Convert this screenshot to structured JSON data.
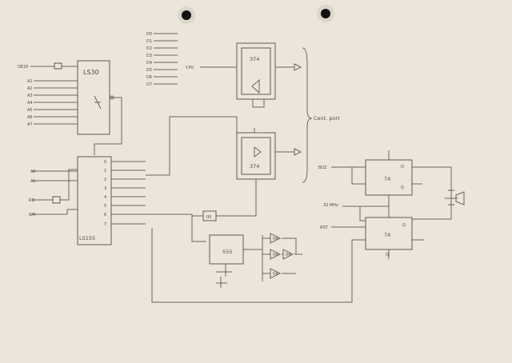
{
  "ls30": {
    "name": "LS30",
    "input_top": "OE20",
    "inputs": [
      "A1",
      "A2",
      "A3",
      "A4",
      "A5",
      "A6",
      "A7"
    ]
  },
  "ls155": {
    "name": "LS155",
    "pins_left": [
      "A0",
      "A1",
      "RD",
      "WR"
    ],
    "pins_right": [
      "0",
      "1",
      "2",
      "3",
      "4",
      "5",
      "6",
      "7"
    ]
  },
  "bus": [
    "D0",
    "D1",
    "D2",
    "D3",
    "D4",
    "D5",
    "D6",
    "D7"
  ],
  "ic374_top": {
    "name": "374",
    "input": "CPU"
  },
  "ic374_mid": {
    "name": "374"
  },
  "brace_note": "Cent. port",
  "ff74_top": {
    "name": "74",
    "input": "BUZ",
    "pin_q": "Q",
    "pin_qn": "Q"
  },
  "ff74_bottom": {
    "name": "74",
    "input_reset": "RST",
    "input_clock": "32 MHz",
    "pin_q": "Q",
    "pin_qn": "Q"
  },
  "gate7400": {
    "label": "00"
  },
  "timer": {
    "name": "555"
  },
  "inverters": [
    {
      "label": "04"
    },
    {
      "label": "04"
    },
    {
      "label": "04"
    },
    {
      "label": "04"
    }
  ]
}
